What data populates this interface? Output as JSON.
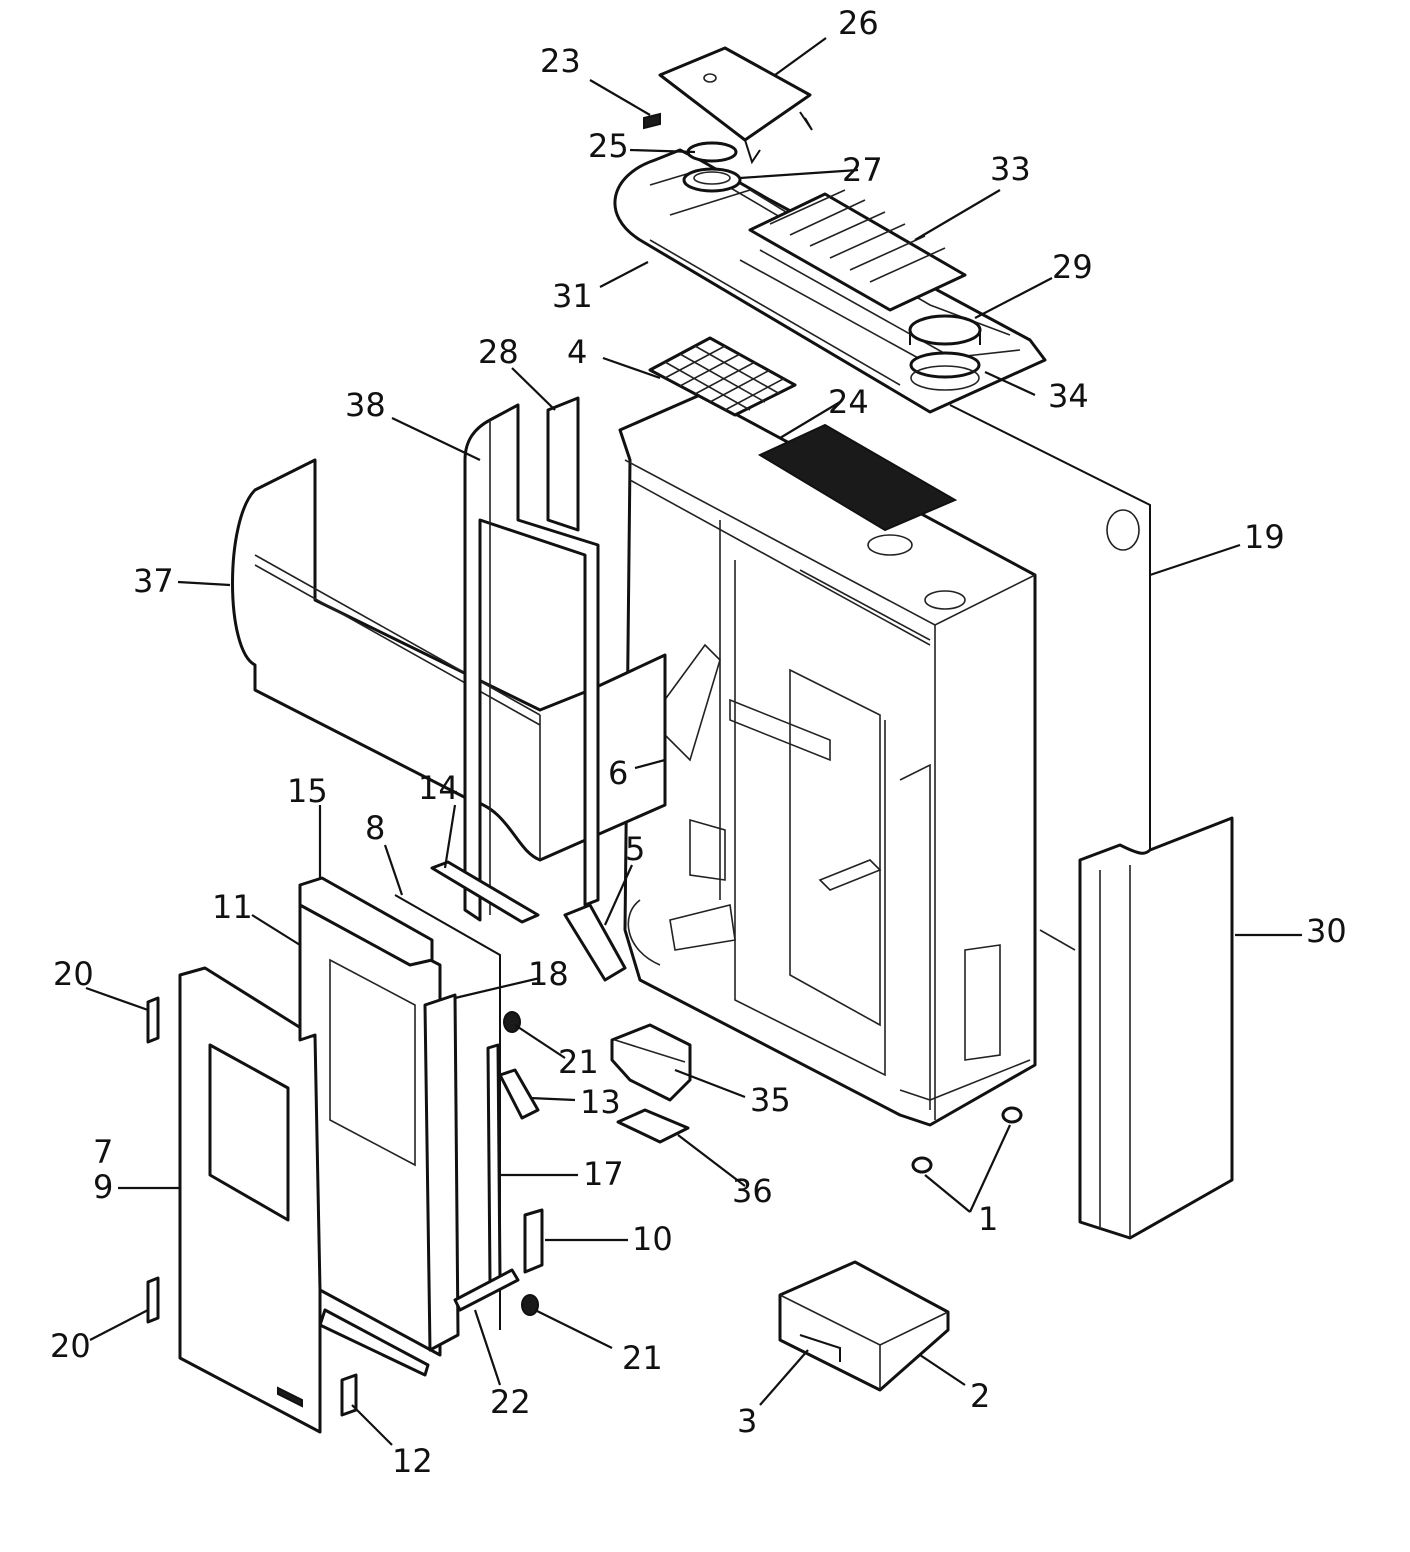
{
  "labels": {
    "l1": "1",
    "l2": "2",
    "l3": "3",
    "l4": "4",
    "l5": "5",
    "l6": "6",
    "l7": "7",
    "l8": "8",
    "l9": "9",
    "l10": "10",
    "l11": "11",
    "l12": "12",
    "l13": "13",
    "l14": "14",
    "l15": "15",
    "l17": "17",
    "l18": "18",
    "l19": "19",
    "l20a": "20",
    "l20b": "20",
    "l21a": "21",
    "l21b": "21",
    "l22": "22",
    "l23": "23",
    "l24": "24",
    "l25": "25",
    "l26": "26",
    "l27": "27",
    "l28": "28",
    "l29": "29",
    "l30": "30",
    "l31": "31",
    "l33": "33",
    "l34": "34",
    "l35": "35",
    "l36": "36",
    "l37": "37",
    "l38": "38"
  }
}
